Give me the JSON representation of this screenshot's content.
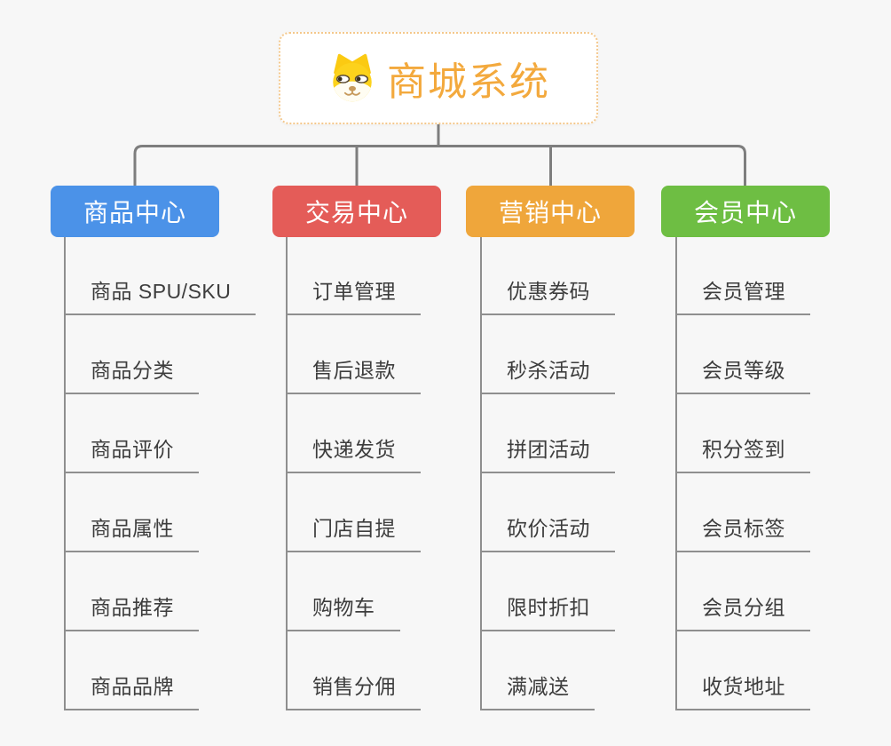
{
  "root": {
    "title": "商城系统",
    "icon": "doge-icon"
  },
  "branches": [
    {
      "label": "商品中心",
      "color": "#4b92e8",
      "children": [
        "商品 SPU/SKU",
        "商品分类",
        "商品评价",
        "商品属性",
        "商品推荐",
        "商品品牌"
      ]
    },
    {
      "label": "交易中心",
      "color": "#e45c58",
      "children": [
        "订单管理",
        "售后退款",
        "快递发货",
        "门店自提",
        "购物车",
        "销售分佣"
      ]
    },
    {
      "label": "营销中心",
      "color": "#efa63b",
      "children": [
        "优惠券码",
        "秒杀活动",
        "拼团活动",
        "砍价活动",
        "限时折扣",
        "满减送"
      ]
    },
    {
      "label": "会员中心",
      "color": "#6ebe43",
      "children": [
        "会员管理",
        "会员等级",
        "积分签到",
        "会员标签",
        "会员分组",
        "收货地址"
      ]
    }
  ],
  "colors": {
    "background": "#f7f7f7",
    "connector_line": "#7e7e7e",
    "leaf_line": "#8f8f8f",
    "leaf_text": "#3d3d3d",
    "root_border": "#f4c88c",
    "root_text": "#f3a93d",
    "node_text": "#ffffff"
  }
}
